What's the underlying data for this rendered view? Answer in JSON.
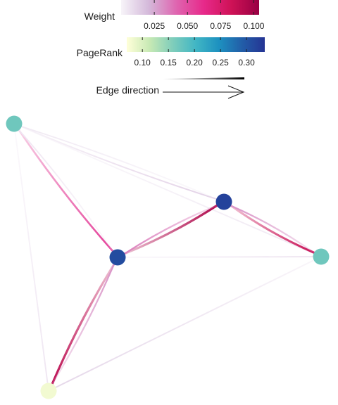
{
  "legend": {
    "weight": {
      "title": "Weight",
      "tick_labels": [
        "0.025",
        "0.050",
        "0.075",
        "0.100"
      ],
      "tick_values": [
        0.025,
        0.05,
        0.075,
        0.1
      ],
      "range": [
        0.0,
        0.104
      ],
      "colors": [
        "#f7f4f9",
        "#d4b9da",
        "#df65b0",
        "#e7298a",
        "#ce1256",
        "#980043"
      ]
    },
    "pagerank": {
      "title": "PageRank",
      "tick_labels": [
        "0.10",
        "0.15",
        "0.20",
        "0.25",
        "0.30"
      ],
      "tick_values": [
        0.1,
        0.15,
        0.2,
        0.25,
        0.3
      ],
      "range": [
        0.07,
        0.335
      ],
      "colors": [
        "#ffffd9",
        "#c7e9b4",
        "#7fcdbb",
        "#41b6c4",
        "#1d91c0",
        "#225ea8",
        "#253494"
      ]
    },
    "direction": {
      "title": "Edge direction"
    }
  },
  "graph": {
    "nodes": [
      {
        "id": "n1",
        "pagerank": 0.17
      },
      {
        "id": "n2",
        "pagerank": 0.32
      },
      {
        "id": "n3",
        "pagerank": 0.31
      },
      {
        "id": "n4",
        "pagerank": 0.17
      },
      {
        "id": "n5",
        "pagerank": 0.08
      }
    ],
    "edges": [
      {
        "from": "n1",
        "to": "n3",
        "weight": 0.055
      },
      {
        "from": "n3",
        "to": "n1",
        "weight": 0.005
      },
      {
        "from": "n1",
        "to": "n2",
        "weight": 0.012
      },
      {
        "from": "n2",
        "to": "n1",
        "weight": 0.004
      },
      {
        "from": "n1",
        "to": "n4",
        "weight": 0.004
      },
      {
        "from": "n1",
        "to": "n5",
        "weight": 0.005
      },
      {
        "from": "n3",
        "to": "n2",
        "weight": 0.095
      },
      {
        "from": "n2",
        "to": "n3",
        "weight": 0.035
      },
      {
        "from": "n2",
        "to": "n4",
        "weight": 0.085
      },
      {
        "from": "n4",
        "to": "n2",
        "weight": 0.03
      },
      {
        "from": "n3",
        "to": "n4",
        "weight": 0.006
      },
      {
        "from": "n3",
        "to": "n5",
        "weight": 0.09
      },
      {
        "from": "n5",
        "to": "n3",
        "weight": 0.03
      },
      {
        "from": "n4",
        "to": "n5",
        "weight": 0.01
      }
    ]
  }
}
